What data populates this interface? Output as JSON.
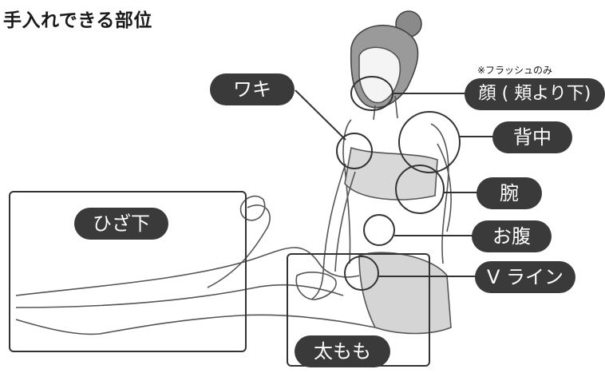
{
  "title": "手入れできる部位",
  "labels": {
    "waki": "ワキ",
    "face": "顔 ( 頬より下)",
    "face_note": "※フラッシュのみ",
    "back": "背中",
    "arm": "腕",
    "belly": "お腹",
    "vline": "V ライン",
    "below_knee": "ひざ下",
    "thigh": "太もも"
  },
  "colors": {
    "pill": "#3a3a3a",
    "line": "#333333",
    "text": "#1a1a1a"
  }
}
